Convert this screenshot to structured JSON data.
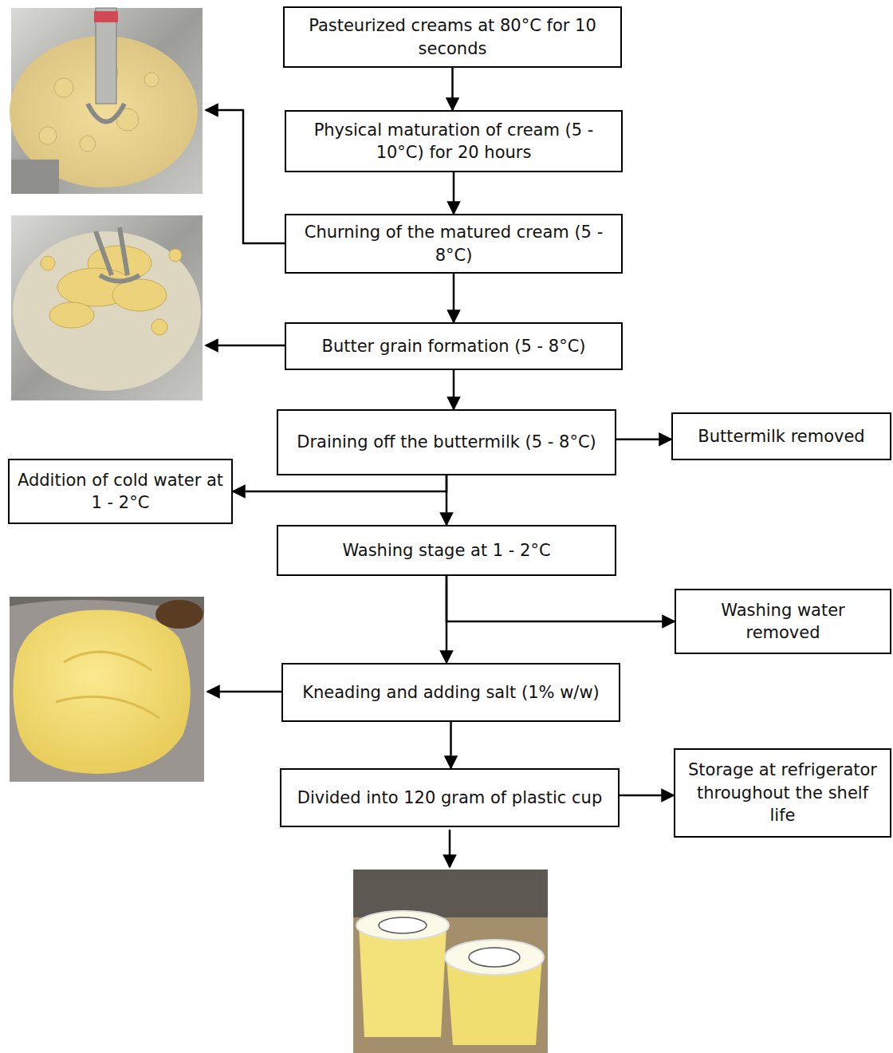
{
  "diagram": {
    "nodes": [
      {
        "text": [
          "Pasteurized creams at 80°C for 10 seconds"
        ]
      },
      {
        "text": [
          "Physical maturation of cream (5 - 10°C) for 20 hours"
        ]
      },
      {
        "text": [
          "Churning of the matured cream (5 - 8°C)"
        ]
      },
      {
        "text": [
          "Butter grain formation (5 - 8°C)"
        ]
      },
      {
        "text": [
          "Draining off the buttermilk (5 - 8°C)"
        ]
      },
      {
        "text": [
          "Buttermilk removed"
        ]
      },
      {
        "text": [
          "Addition of cold water at 1 - 2°C"
        ]
      },
      {
        "text": [
          "Washing stage at 1 - 2°C"
        ]
      },
      {
        "text": [
          "Washing water removed"
        ]
      },
      {
        "text": [
          "Kneading and adding salt (1% w/w)"
        ]
      },
      {
        "text": [
          "Divided into 120 gram of plastic cup"
        ]
      },
      {
        "text": [
          "Storage at refrigerator throughout the shelf life"
        ]
      }
    ],
    "edges": [
      {
        "from": 0,
        "to": 1,
        "arrow": "to"
      },
      {
        "from": 1,
        "to": 2,
        "arrow": "to"
      },
      {
        "from": 2,
        "to": 3,
        "arrow": "to"
      },
      {
        "from": 3,
        "to": 4,
        "arrow": "to"
      },
      {
        "from": 4,
        "to": 5,
        "arrow": "to"
      },
      {
        "from": 4,
        "to": 6,
        "arrow": "to"
      },
      {
        "from": 4,
        "to": 7,
        "arrow": "to"
      },
      {
        "from": 7,
        "to": 8,
        "arrow": "to"
      },
      {
        "from": 7,
        "to": 9,
        "arrow": "to"
      },
      {
        "from": 9,
        "to": 10,
        "arrow": "to"
      },
      {
        "from": 10,
        "to": 11,
        "arrow": "to"
      }
    ]
  }
}
